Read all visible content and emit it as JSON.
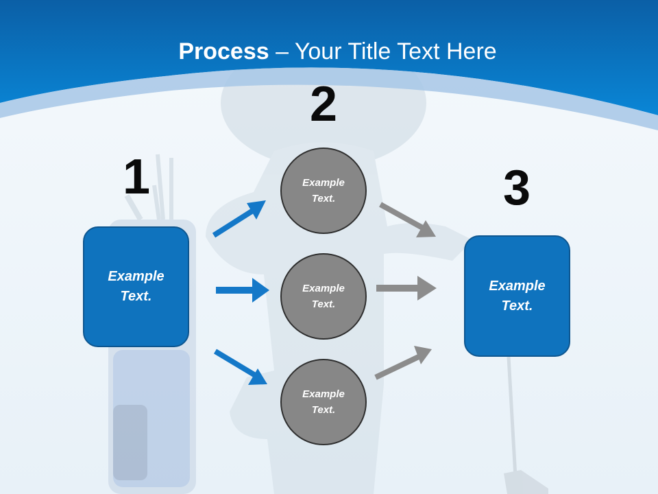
{
  "title": {
    "bold": "Process",
    "rest": " – Your Title Text Here"
  },
  "steps": [
    {
      "number": "1"
    },
    {
      "number": "2"
    },
    {
      "number": "3"
    }
  ],
  "left_box": {
    "text": "Example Text."
  },
  "circles": [
    {
      "text": "Example Text."
    },
    {
      "text": "Example Text."
    },
    {
      "text": "Example Text."
    }
  ],
  "right_box": {
    "text": "Example Text."
  },
  "colors": {
    "header_blue": "#0a74c4",
    "box_blue": "#0f73be",
    "circle_gray": "#878787",
    "arrow_blue": "#1478c8",
    "arrow_gray": "#8c8c8c",
    "background": "#eef5fa"
  }
}
